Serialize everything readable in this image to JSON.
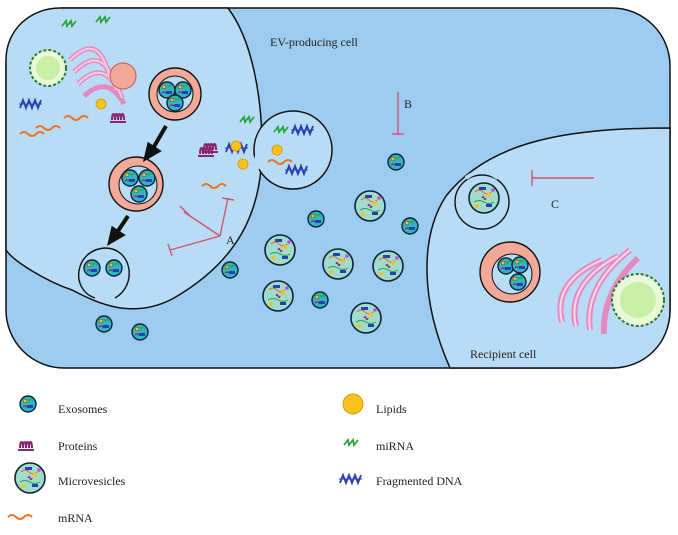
{
  "diagram": {
    "labels": {
      "producing_cell": "EV-producing cell",
      "recipient_cell": "Recipient cell",
      "inhibitor_a": "A",
      "inhibitor_b": "B",
      "inhibitor_c": "C"
    },
    "colors": {
      "environment": "#9ecbf0",
      "cell_fill": "#b8dcf6",
      "endosome": "#f3a99a",
      "exosome": "#2fb6c6",
      "lipid": "#f6c21d",
      "mirna": "#27a33a",
      "protein": "#8b2470",
      "dna": "#2a3fb4",
      "mrna": "#e8772a",
      "inhibitor": "#d2556a",
      "golgi": "#f4b9dc",
      "nucleus": "#e8f8d9"
    }
  },
  "legend": {
    "items": [
      {
        "label": "Exosomes",
        "icon": "exosome-icon"
      },
      {
        "label": "Proteins",
        "icon": "protein-icon"
      },
      {
        "label": "Microvesicles",
        "icon": "microvesicle-icon"
      },
      {
        "label": "mRNA",
        "icon": "mrna-icon"
      },
      {
        "label": "Lipids",
        "icon": "lipid-icon"
      },
      {
        "label": "miRNA",
        "icon": "mirna-icon"
      },
      {
        "label": "Fragmented DNA",
        "icon": "dna-icon"
      }
    ]
  }
}
